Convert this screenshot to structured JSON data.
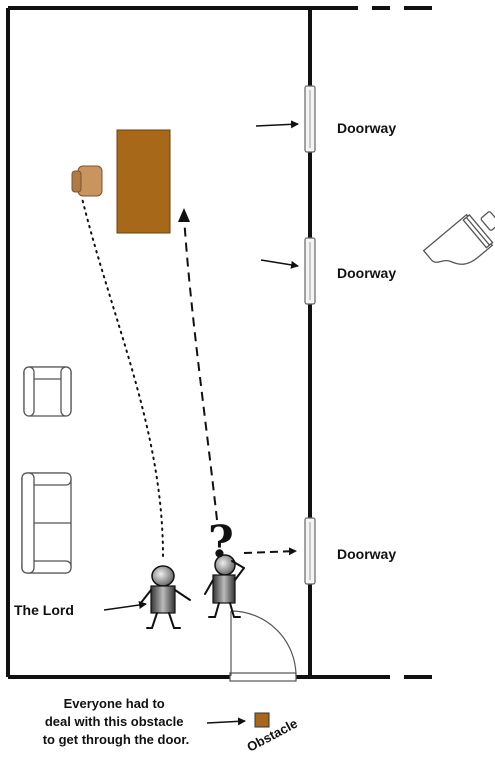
{
  "labels": {
    "doorway_top": "Doorway",
    "doorway_middle": "Doorway",
    "doorway_bottom": "Doorway",
    "the_lord": "The Lord",
    "obstacle": "Obstacle",
    "question_mark": "?"
  },
  "note_lines": [
    "Everyone had to",
    "deal with this obstacle",
    "to get through the door."
  ],
  "colors": {
    "wood": "#a8681a",
    "chair": "#c8955f",
    "ink": "#111111",
    "furniture_line": "#555555"
  }
}
